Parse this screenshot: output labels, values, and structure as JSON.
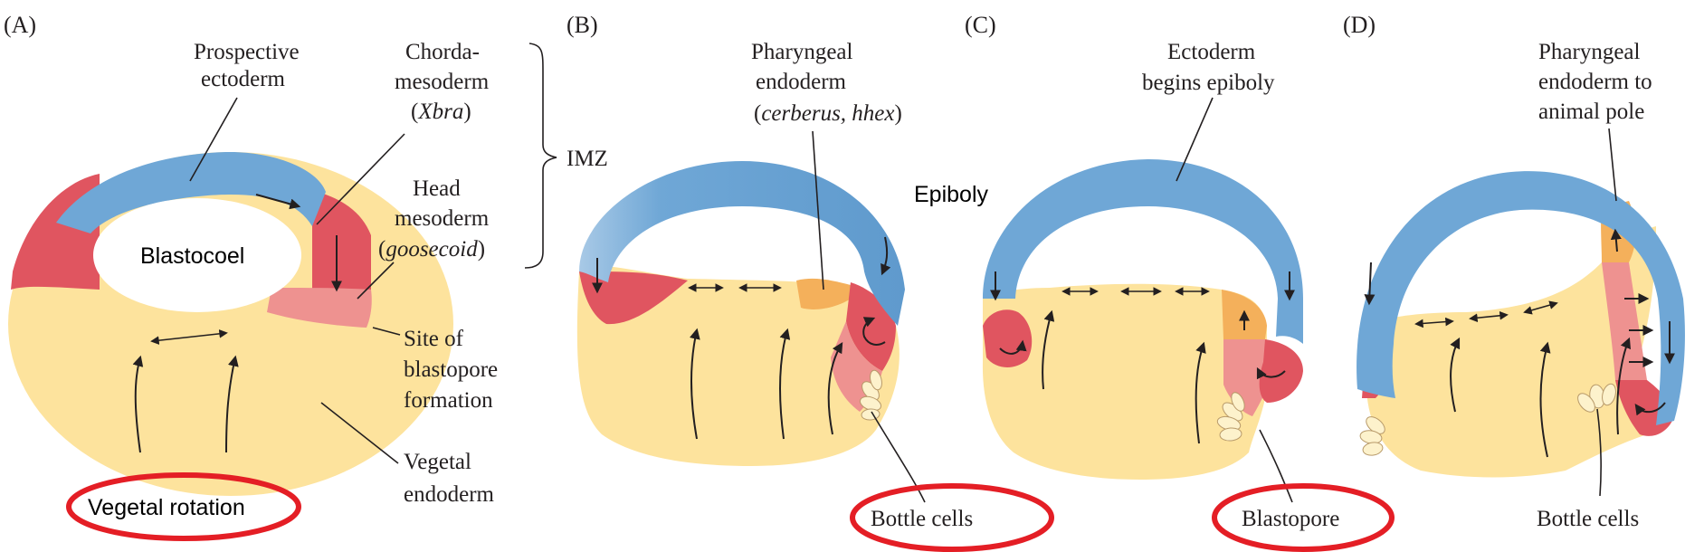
{
  "panels": {
    "a": "(A)",
    "b": "(B)",
    "c": "(C)",
    "d": "(D)"
  },
  "labels": {
    "prospective_ectoderm_1": "Prospective",
    "prospective_ectoderm_2": "ectoderm",
    "chorda_1": "Chorda-",
    "chorda_2": "mesoderm",
    "chorda_gene": "Xbra",
    "head_1": "Head",
    "head_2": "mesoderm",
    "head_gene": "goosecoid",
    "imz": "IMZ",
    "blastopore_site_1": "Site of",
    "blastopore_site_2": "blastopore",
    "blastopore_site_3": "formation",
    "vegetal_1": "Vegetal",
    "vegetal_2": "endoderm",
    "blastocoel": "Blastocoel",
    "vegetal_rotation": "Vegetal rotation",
    "pharyngeal_b_1": "Pharyngeal",
    "pharyngeal_b_2": "endoderm",
    "pharyngeal_b_genes": "cerberus, hhex",
    "bottle_cells_b": "Bottle cells",
    "ectoderm_epiboly_1": "Ectoderm",
    "ectoderm_epiboly_2": "begins epiboly",
    "epiboly": "Epiboly",
    "blastopore": "Blastopore",
    "pharyngeal_d_1": "Pharyngeal",
    "pharyngeal_d_2": "endoderm to",
    "pharyngeal_d_3": "animal pole",
    "bottle_cells_d": "Bottle cells"
  },
  "colors": {
    "ectoderm": "#6fa7d6",
    "mesoderm": "#e05560",
    "head_mesoderm": "#ee9290",
    "endoderm": "#fde39d",
    "pharyngeal": "#f4b05b",
    "highlight": "#e41e25"
  }
}
